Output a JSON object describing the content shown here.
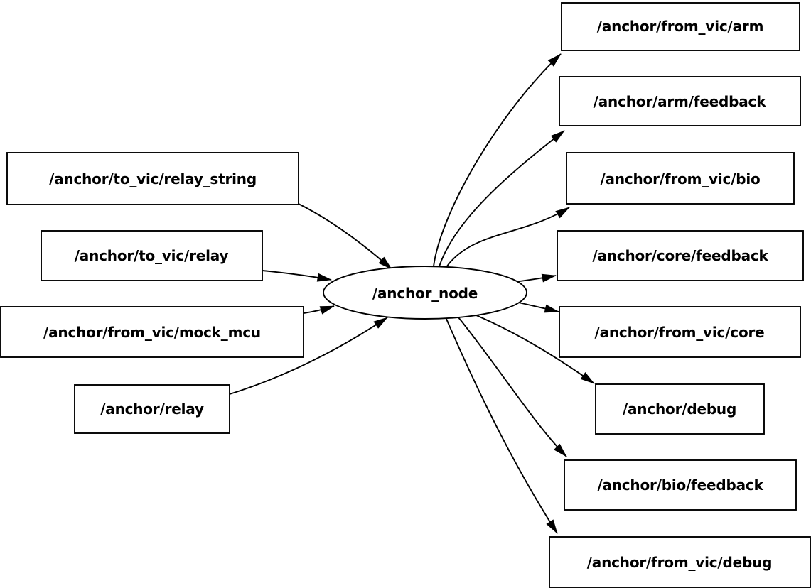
{
  "diagram": {
    "type": "ros-node-graph",
    "node": {
      "label": "/anchor_node"
    },
    "subscriptions": [
      {
        "label": "/anchor/to_vic/relay_string"
      },
      {
        "label": "/anchor/to_vic/relay"
      },
      {
        "label": "/anchor/from_vic/mock_mcu"
      },
      {
        "label": "/anchor/relay"
      }
    ],
    "publications": [
      {
        "label": "/anchor/from_vic/arm"
      },
      {
        "label": "/anchor/arm/feedback"
      },
      {
        "label": "/anchor/from_vic/bio"
      },
      {
        "label": "/anchor/core/feedback"
      },
      {
        "label": "/anchor/from_vic/core"
      },
      {
        "label": "/anchor/debug"
      },
      {
        "label": "/anchor/bio/feedback"
      },
      {
        "label": "/anchor/from_vic/debug"
      }
    ],
    "colors": {
      "stroke": "#000000",
      "fill": "#ffffff",
      "background": "#ffffff",
      "text": "#000000"
    }
  }
}
